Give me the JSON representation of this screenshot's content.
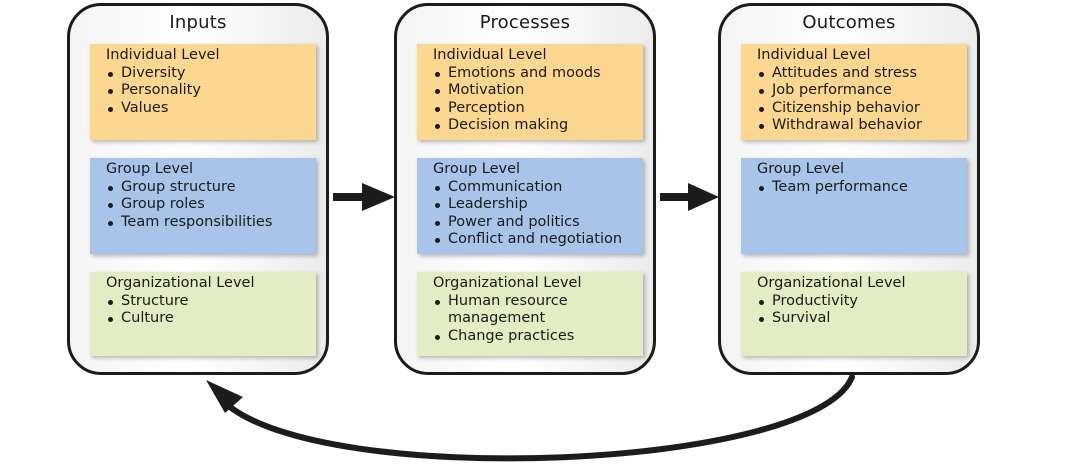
{
  "columns": [
    {
      "title": "Inputs",
      "levels": [
        {
          "title": "Individual Level",
          "items": [
            "Diversity",
            "Personality",
            "Values"
          ]
        },
        {
          "title": "Group Level",
          "items": [
            "Group structure",
            "Group roles",
            "Team responsibilities"
          ]
        },
        {
          "title": "Organizational Level",
          "items": [
            "Structure",
            "Culture"
          ]
        }
      ]
    },
    {
      "title": "Processes",
      "levels": [
        {
          "title": "Individual Level",
          "items": [
            "Emotions and moods",
            "Motivation",
            "Perception",
            "Decision making"
          ]
        },
        {
          "title": "Group Level",
          "items": [
            "Communication",
            "Leadership",
            "Power and politics",
            "Conflict and negotiation"
          ]
        },
        {
          "title": "Organizational Level",
          "items": [
            "Human resource\nmanagement",
            "Change practices"
          ]
        }
      ]
    },
    {
      "title": "Outcomes",
      "levels": [
        {
          "title": "Individual Level",
          "items": [
            "Attitudes and stress",
            "Job performance",
            "Citizenship behavior",
            "Withdrawal behavior"
          ]
        },
        {
          "title": "Group Level",
          "items": [
            "Team performance"
          ]
        },
        {
          "title": "Organizational Level",
          "items": [
            "Productivity",
            "Survival"
          ]
        }
      ]
    }
  ],
  "colors": {
    "individual": "#fbd78f",
    "group": "#a8c5e9",
    "organizational": "#e3ecc2",
    "outline": "#1c1c1c"
  }
}
